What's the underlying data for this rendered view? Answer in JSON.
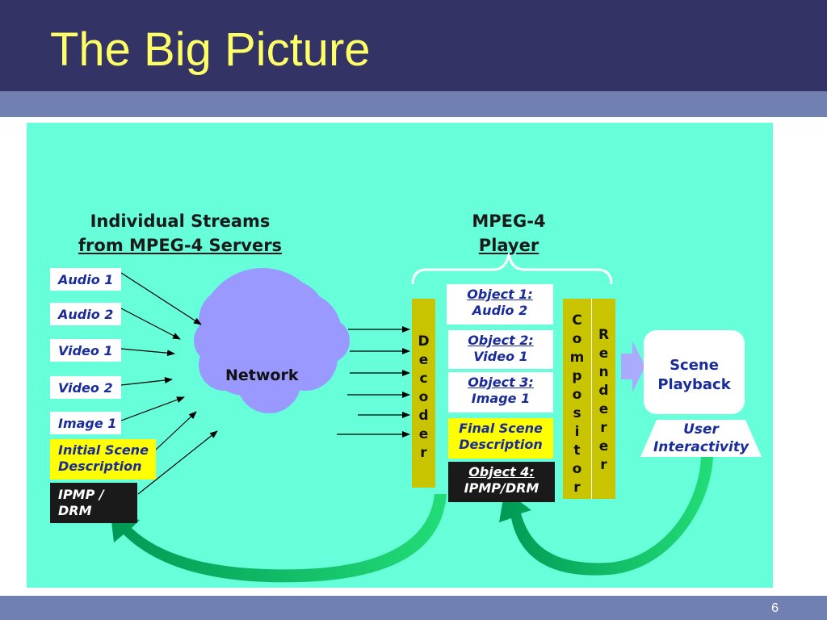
{
  "slide": {
    "title": "The Big Picture",
    "page_number": "6"
  },
  "diagram": {
    "streams_header": {
      "line1": "Individual Streams",
      "line2": "from MPEG-4 Servers"
    },
    "player_header": {
      "line1": "MPEG-4",
      "line2": "Player"
    },
    "sources": [
      {
        "label": "Audio 1"
      },
      {
        "label": "Audio 2"
      },
      {
        "label": "Video 1"
      },
      {
        "label": "Video 2"
      },
      {
        "label": "Image 1"
      },
      {
        "line1": "Initial Scene",
        "line2": "Description"
      },
      {
        "line1": "IPMP /",
        "line2": "DRM"
      }
    ],
    "network_label": "Network",
    "decoder_letters": [
      "D",
      "e",
      "c",
      "o",
      "d",
      "e",
      "r"
    ],
    "objects": [
      {
        "name": "Object 1:",
        "value": "Audio 2"
      },
      {
        "name": "Object 2:",
        "value": "Video 1"
      },
      {
        "name": "Object 3:",
        "value": "Image 1"
      },
      {
        "line1": "Final Scene",
        "line2": "Description"
      },
      {
        "name": "Object 4:",
        "value": "IPMP/DRM"
      }
    ],
    "compositor_letters": [
      "C",
      "o",
      "m",
      "p",
      "o",
      "s",
      "i",
      "t",
      "o",
      "r"
    ],
    "renderer_letters": [
      "R",
      "e",
      "n",
      "d",
      "e",
      "r",
      "e",
      "r"
    ],
    "scene_playback": {
      "line1": "Scene",
      "line2": "Playback"
    },
    "user_interactivity": {
      "line1": "User",
      "line2": "Interactivity"
    }
  },
  "colors": {
    "title_bar": "#333366",
    "title_text": "#ffff66",
    "stripe": "#7080b0",
    "panel": "#66ffd9",
    "box_text": "#1a2c99",
    "highlight": "#ffff00",
    "column": "#c9c400",
    "cloud": "#9999ff",
    "feedback_arrow": "#00cc66"
  }
}
